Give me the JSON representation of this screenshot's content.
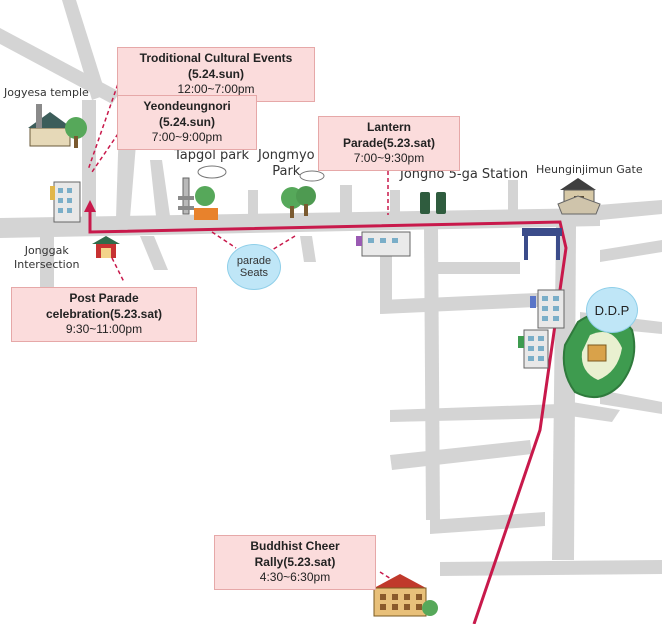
{
  "places": {
    "jogyesa": "Jogyesa temple",
    "tapgol": "Tapgol park",
    "jongmyo": [
      "Jongmyo",
      "Park"
    ],
    "jongno5ga": "Jongno 5-ga Station",
    "heunginjimun": "Heunginjimun Gate",
    "jonggak": [
      "Jonggak",
      "Intersection"
    ],
    "ddp": "D.D.P",
    "parade_seats": [
      "parade",
      "Seats"
    ]
  },
  "events": {
    "traditional": {
      "title": "Troditional Cultural Events (5.24.sun)",
      "time": "12:00~7:00pm"
    },
    "yeondeungnori": {
      "title": "Yeondeungnori (5.24.sun)",
      "time": "7:00~9:00pm"
    },
    "lantern": {
      "title": "Lantern Parade(5.23.sat)",
      "time": "7:00~9:30pm"
    },
    "post_parade": {
      "title": "Post Parade celebration(5.23.sat)",
      "time": "9:30~11:00pm"
    },
    "cheer_rally": {
      "title": "Buddhist Cheer Rally(5.23.sat)",
      "time": "4:30~6:30pm"
    }
  },
  "colors": {
    "route": "#c8194b",
    "road": "#d4d4d4",
    "box_fill": "#fbdcdc",
    "bubble": "#bfe6f7",
    "park": "#3e9b4f"
  }
}
